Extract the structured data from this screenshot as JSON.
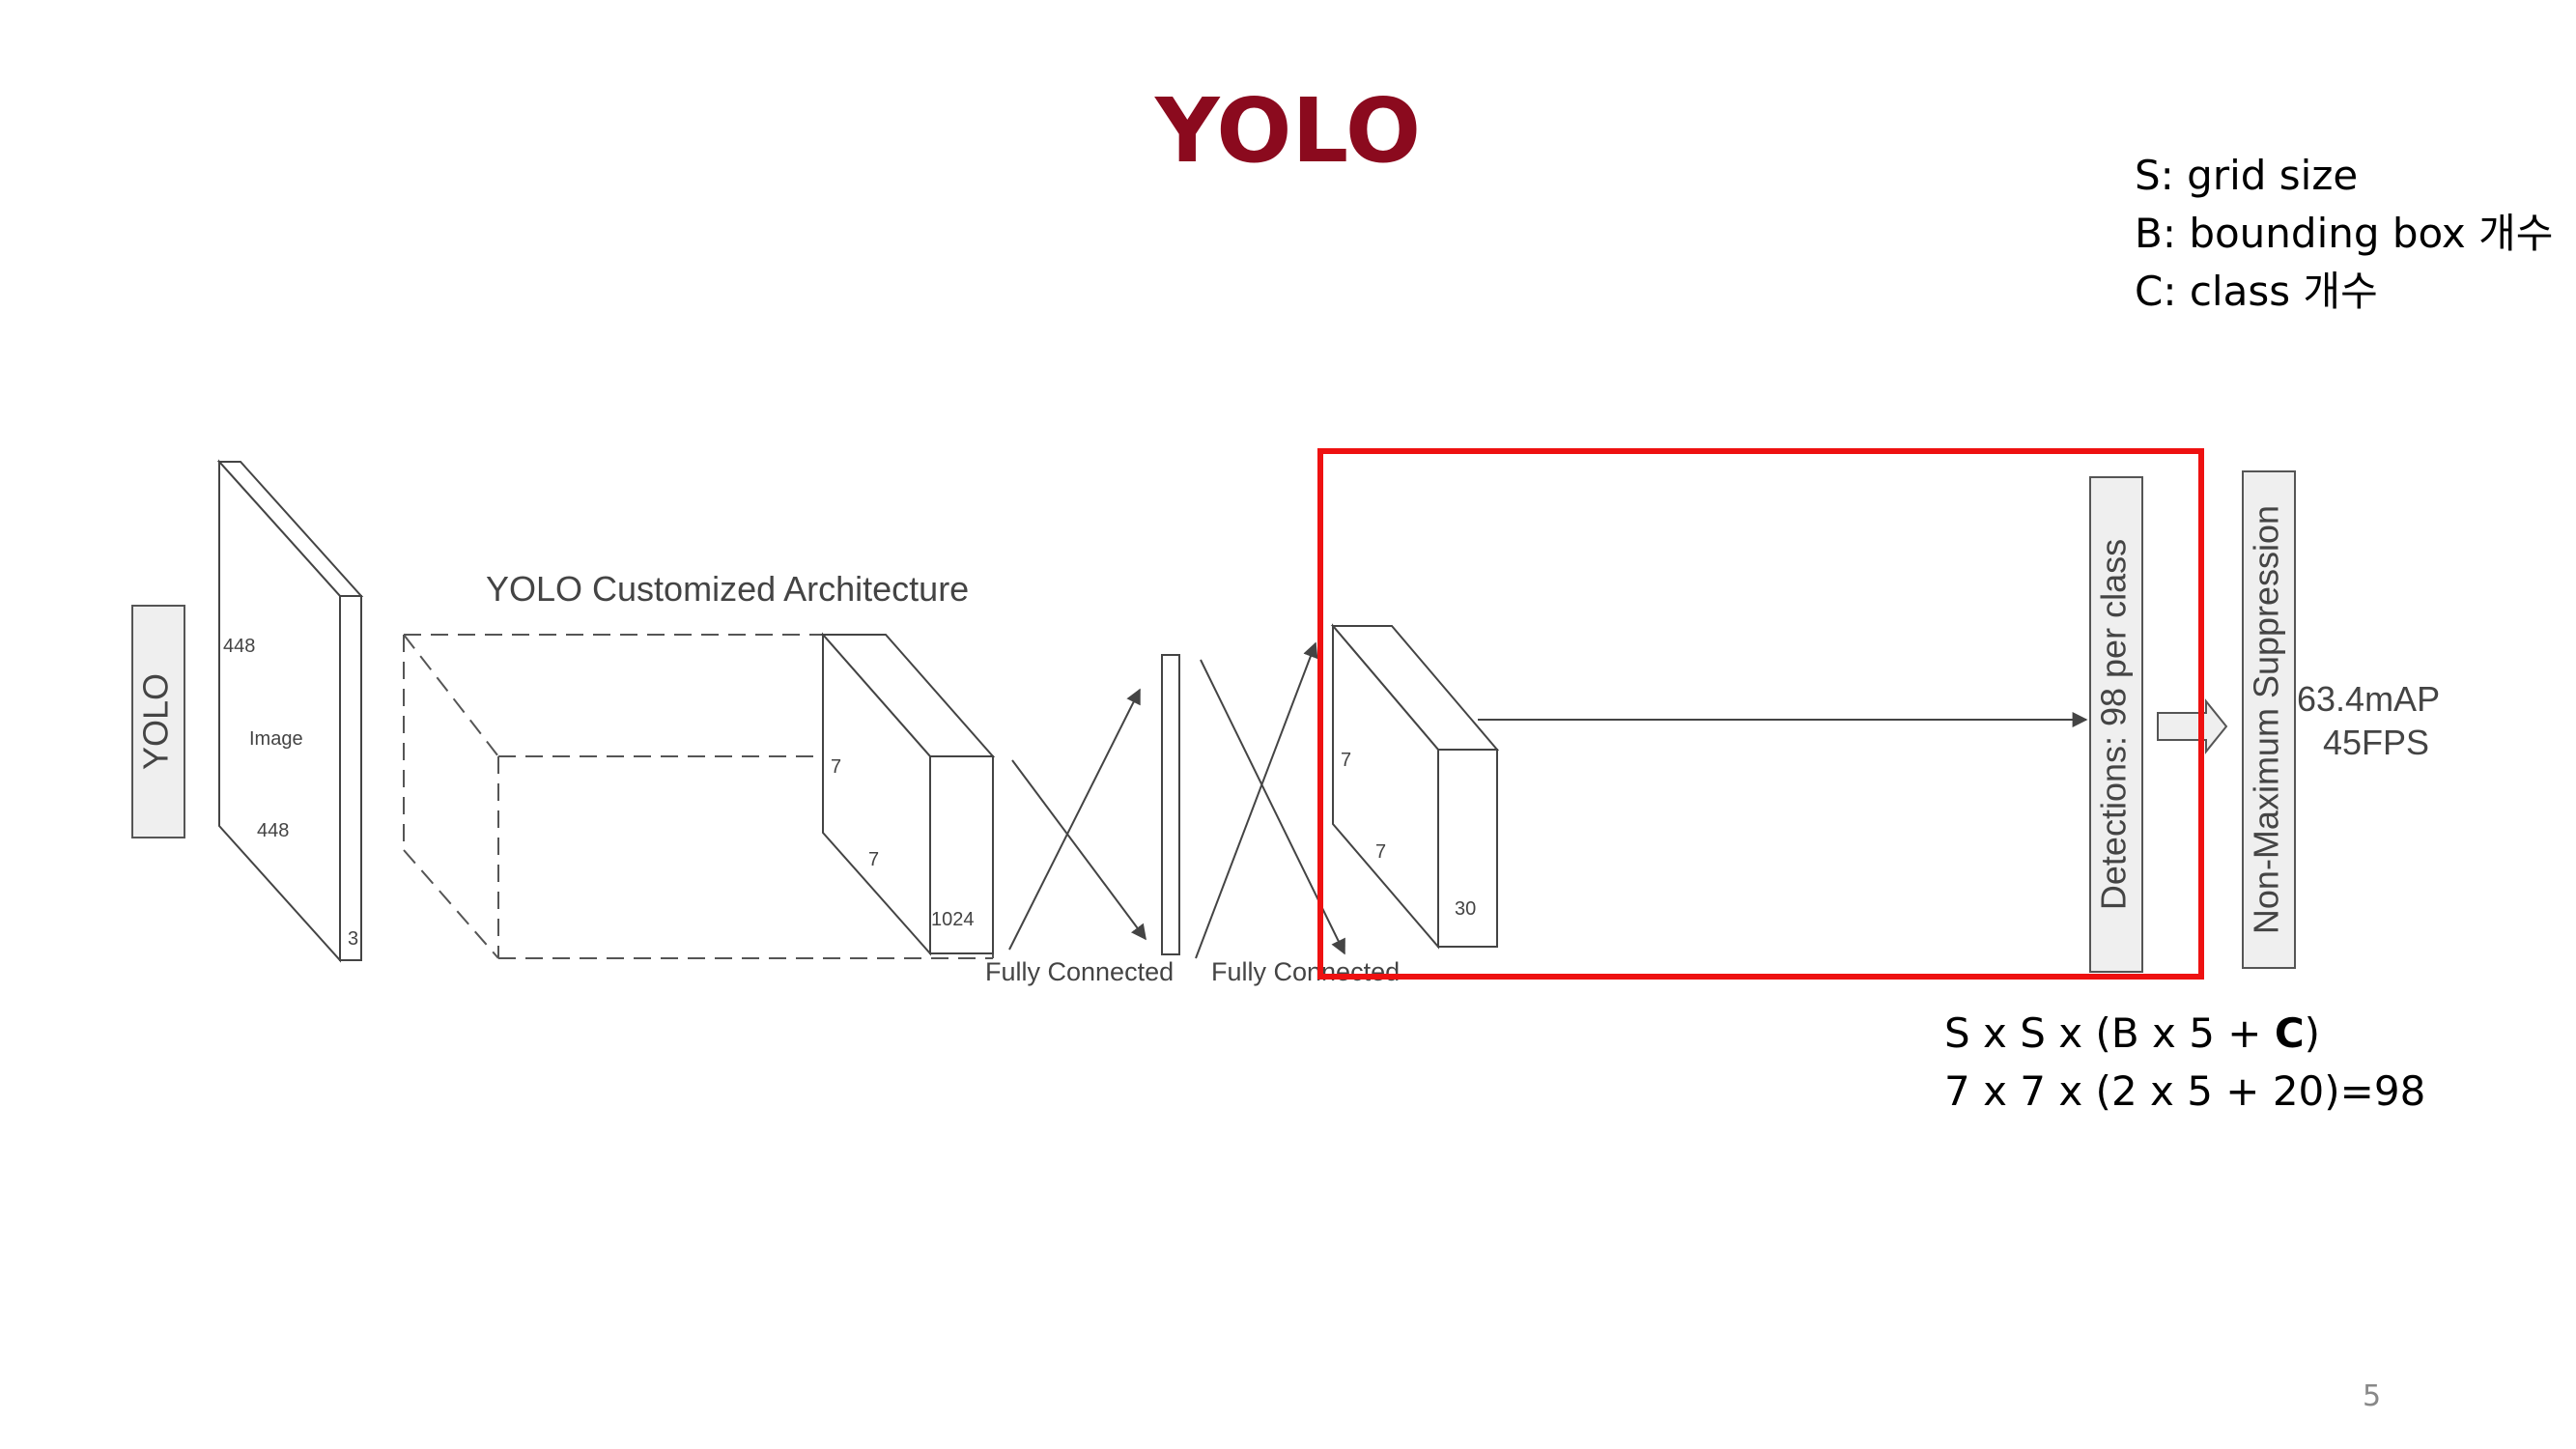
{
  "title": "YOLO",
  "legend": [
    "S: grid size",
    "B: bounding box 개수",
    "C: class 개수"
  ],
  "diagram": {
    "side_label": "YOLO",
    "image_block": {
      "name": "Image",
      "height": "448",
      "width": "448",
      "depth": "3"
    },
    "architecture_label": "YOLO Customized Architecture",
    "feature_block": {
      "height": "7",
      "width": "7",
      "depth": "1024"
    },
    "fc1_label": "Fully Connected",
    "fc2_label": "Fully Connected",
    "output_block": {
      "height": "7",
      "width": "7",
      "depth": "30"
    },
    "detections_label": "Detections: 98 per class",
    "nms_label": "Non-Maximum Suppression",
    "result_map": "63.4mAP",
    "result_fps": "45FPS",
    "highlight_color": "#ee1111"
  },
  "formula": {
    "line1_prefix": "S x S x (B x 5 + ",
    "line1_bold": "C",
    "line1_suffix": ")",
    "line2": "7 x 7 x (2 x 5 + 20)=98"
  },
  "page_number": "5"
}
